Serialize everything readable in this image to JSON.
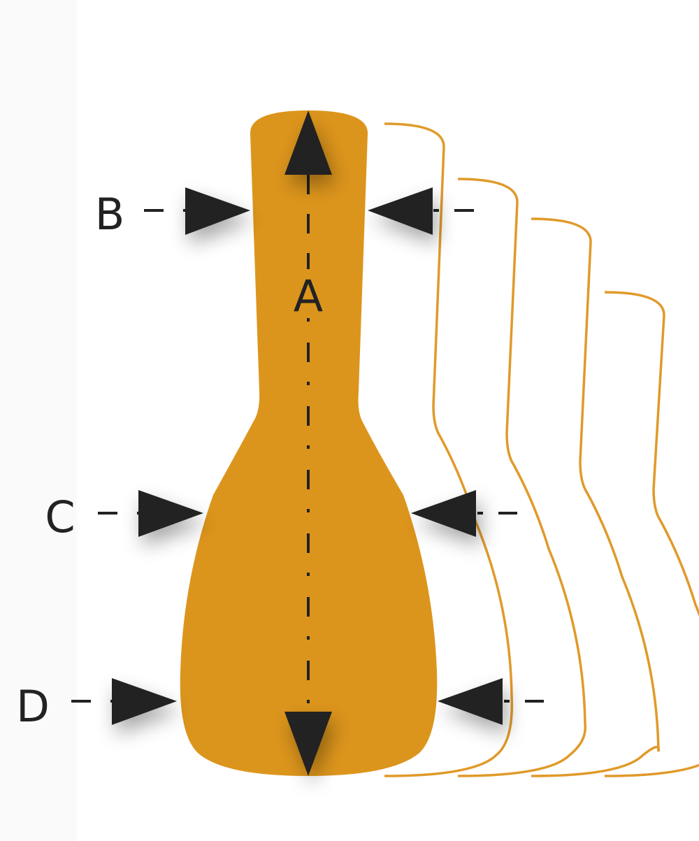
{
  "labels": {
    "a": "A",
    "b": "B",
    "c": "C",
    "d": "D"
  },
  "colors": {
    "body": "#dc951c",
    "outline": "#e09a2a",
    "arrow": "#222222"
  },
  "outline_count": 4
}
